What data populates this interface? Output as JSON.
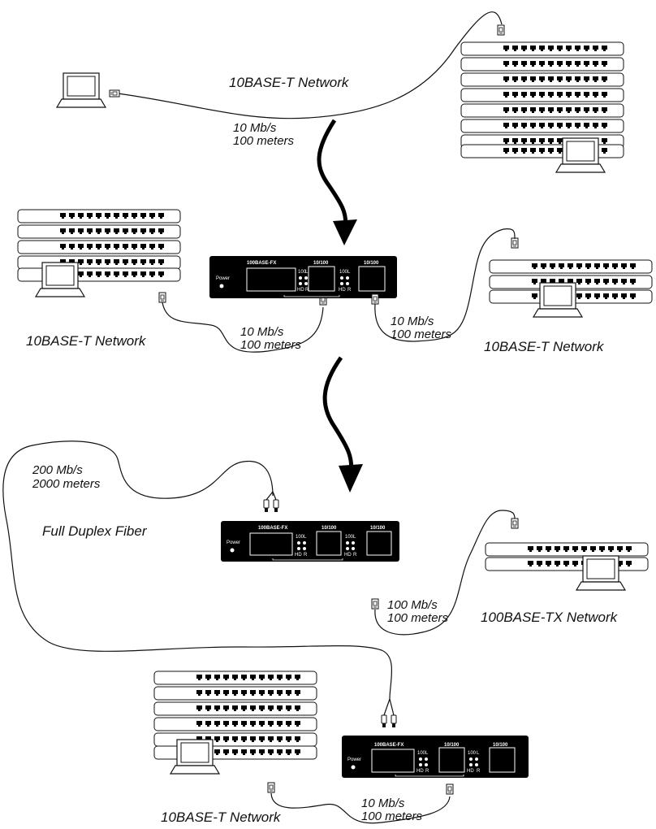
{
  "labels": {
    "net_top": "10BASE-T Network",
    "speed_top_a": "10 Mb/s",
    "speed_top_b": "100 meters",
    "net_mid_left": "10BASE-T Network",
    "speed_mid_left_a": "10 Mb/s",
    "speed_mid_left_b": "100 meters",
    "speed_mid_right_a": "10 Mb/s",
    "speed_mid_right_b": "100 meters",
    "net_mid_right": "10BASE-T Network",
    "speed_fiber_a": "200 Mb/s",
    "speed_fiber_b": "2000 meters",
    "fiber": "Full Duplex Fiber",
    "speed_tx_a": "100 Mb/s",
    "speed_tx_b": "100 meters",
    "net_tx": "100BASE-TX Network",
    "net_bottom": "10BASE-T Network",
    "speed_bottom_a": "10 Mb/s",
    "speed_bottom_b": "100 meters"
  },
  "converter": {
    "fx_label": "100BASE-FX",
    "port2_label": "10/100",
    "port3_label": "10/100",
    "power_label": "Power",
    "led_100": "100",
    "led_l": "L",
    "led_hd": "HD",
    "led_r": "R"
  },
  "colors": {
    "device_body": "#000000",
    "line": "#111111",
    "background": "#ffffff"
  }
}
